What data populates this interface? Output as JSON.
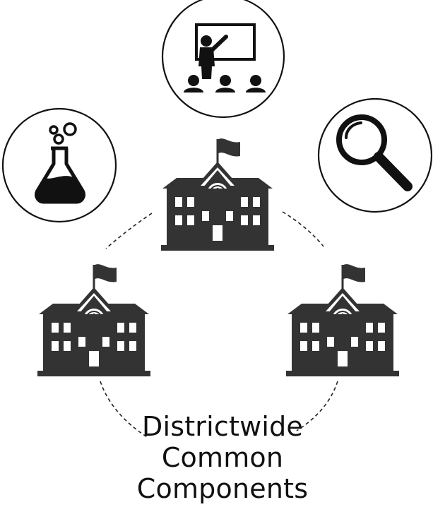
{
  "caption": {
    "line1": "Districtwide",
    "line2": "Common",
    "line3": "Components"
  },
  "colors": {
    "ink": "#111111",
    "building": "#333333",
    "background": "#ffffff"
  },
  "icons": [
    "teacher-presentation-icon",
    "flask-icon",
    "magnifying-glass-icon",
    "school-building-icon"
  ]
}
